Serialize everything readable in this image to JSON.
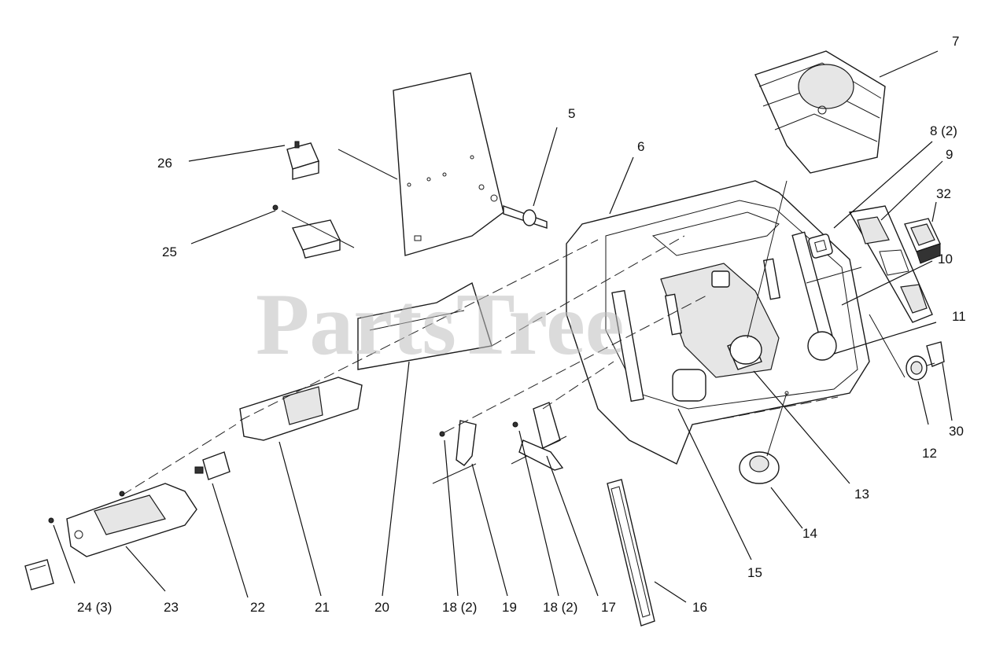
{
  "watermark": "PartsTree",
  "callouts": {
    "c5": "5",
    "c6": "6",
    "c7": "7",
    "c8": "8 (2)",
    "c9": "9",
    "c32": "32",
    "c10": "10",
    "c11": "11",
    "c12": "12",
    "c30": "30",
    "c13": "13",
    "c14": "14",
    "c15": "15",
    "c16": "16",
    "c17": "17",
    "c18b": "18 (2)",
    "c19": "19",
    "c18a": "18 (2)",
    "c20": "20",
    "c21": "21",
    "c22": "22",
    "c23": "23",
    "c24": "24 (3)",
    "c25": "25",
    "c26": "26"
  }
}
